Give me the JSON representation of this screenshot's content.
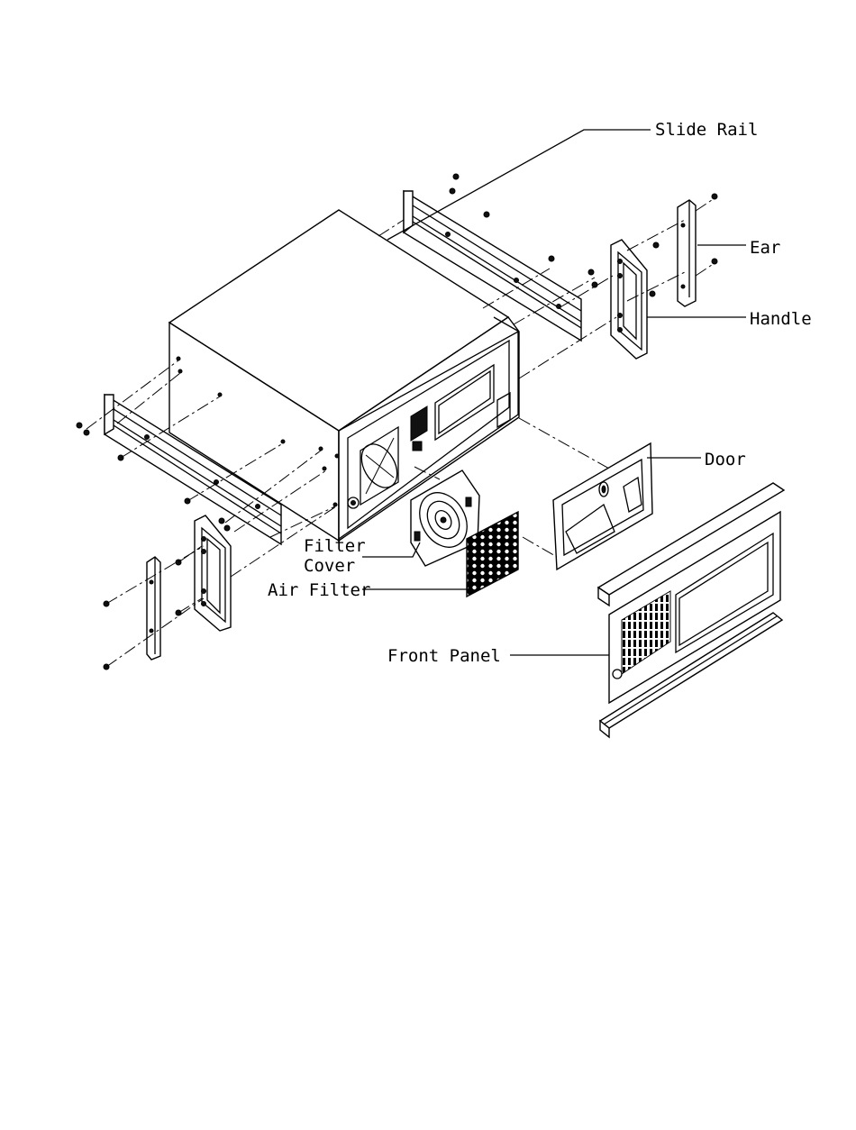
{
  "labels": {
    "slide_rail": "Slide Rail",
    "ear": "Ear",
    "handle": "Handle",
    "door": "Door",
    "filter_cover_line1": "Filter",
    "filter_cover_line2": "Cover",
    "air_filter": "Air Filter",
    "front_panel": "Front Panel"
  },
  "colors": {
    "ink": "#000000",
    "paper": "#ffffff"
  }
}
